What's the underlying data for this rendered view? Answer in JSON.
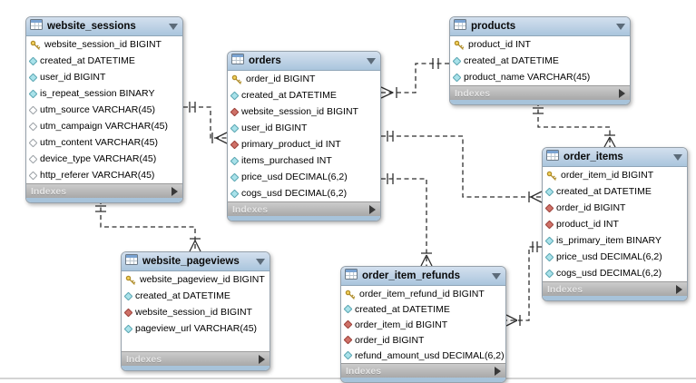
{
  "diagram": {
    "tables": [
      {
        "id": "website_sessions",
        "title": "website_sessions",
        "indexes_label": "Indexes",
        "columns": [
          {
            "icon": "primary-key",
            "text": "website_session_id BIGINT"
          },
          {
            "icon": "attribute",
            "text": "created_at DATETIME"
          },
          {
            "icon": "attribute",
            "text": "user_id BIGINT"
          },
          {
            "icon": "attribute",
            "text": "is_repeat_session BINARY"
          },
          {
            "icon": "attribute-nullable",
            "text": "utm_source VARCHAR(45)"
          },
          {
            "icon": "attribute-nullable",
            "text": "utm_campaign VARCHAR(45)"
          },
          {
            "icon": "attribute-nullable",
            "text": "utm_content VARCHAR(45)"
          },
          {
            "icon": "attribute-nullable",
            "text": "device_type VARCHAR(45)"
          },
          {
            "icon": "attribute-nullable",
            "text": "http_referer VARCHAR(45)"
          }
        ]
      },
      {
        "id": "orders",
        "title": "orders",
        "indexes_label": "Indexes",
        "columns": [
          {
            "icon": "primary-key",
            "text": "order_id BIGINT"
          },
          {
            "icon": "attribute",
            "text": "created_at DATETIME"
          },
          {
            "icon": "foreign-key",
            "text": "website_session_id BIGINT"
          },
          {
            "icon": "attribute",
            "text": "user_id BIGINT"
          },
          {
            "icon": "foreign-key",
            "text": "primary_product_id INT"
          },
          {
            "icon": "attribute",
            "text": "items_purchased INT"
          },
          {
            "icon": "attribute",
            "text": "price_usd DECIMAL(6,2)"
          },
          {
            "icon": "attribute",
            "text": "cogs_usd DECIMAL(6,2)"
          }
        ]
      },
      {
        "id": "products",
        "title": "products",
        "indexes_label": "Indexes",
        "columns": [
          {
            "icon": "primary-key",
            "text": "product_id INT"
          },
          {
            "icon": "attribute",
            "text": "created_at DATETIME"
          },
          {
            "icon": "attribute",
            "text": "product_name VARCHAR(45)"
          }
        ]
      },
      {
        "id": "order_items",
        "title": "order_items",
        "indexes_label": "Indexes",
        "columns": [
          {
            "icon": "primary-key",
            "text": "order_item_id BIGINT"
          },
          {
            "icon": "attribute",
            "text": "created_at DATETIME"
          },
          {
            "icon": "foreign-key",
            "text": "order_id BIGINT"
          },
          {
            "icon": "foreign-key",
            "text": "product_id INT"
          },
          {
            "icon": "attribute",
            "text": "is_primary_item BINARY"
          },
          {
            "icon": "attribute",
            "text": "price_usd DECIMAL(6,2)"
          },
          {
            "icon": "attribute",
            "text": "cogs_usd DECIMAL(6,2)"
          }
        ]
      },
      {
        "id": "website_pageviews",
        "title": "website_pageviews",
        "indexes_label": "Indexes",
        "columns": [
          {
            "icon": "primary-key",
            "text": "website_pageview_id BIGINT"
          },
          {
            "icon": "attribute",
            "text": "created_at DATETIME"
          },
          {
            "icon": "foreign-key",
            "text": "website_session_id BIGINT"
          },
          {
            "icon": "attribute",
            "text": "pageview_url VARCHAR(45)"
          }
        ]
      },
      {
        "id": "order_item_refunds",
        "title": "order_item_refunds",
        "indexes_label": "Indexes",
        "columns": [
          {
            "icon": "primary-key",
            "text": "order_item_refund_id BIGINT"
          },
          {
            "icon": "attribute",
            "text": "created_at DATETIME"
          },
          {
            "icon": "foreign-key",
            "text": "order_item_id BIGINT"
          },
          {
            "icon": "foreign-key",
            "text": "order_id BIGINT"
          },
          {
            "icon": "attribute",
            "text": "refund_amount_usd DECIMAL(6,2)"
          }
        ]
      }
    ],
    "relationships": [
      {
        "from": "website_sessions",
        "to": "orders",
        "cardinality": "one-to-many",
        "identifying": false
      },
      {
        "from": "products",
        "to": "orders",
        "cardinality": "one-to-many",
        "identifying": false
      },
      {
        "from": "products",
        "to": "order_items",
        "cardinality": "one-to-many",
        "identifying": false
      },
      {
        "from": "orders",
        "to": "order_items",
        "cardinality": "one-to-many",
        "identifying": false
      },
      {
        "from": "orders",
        "to": "order_item_refunds",
        "cardinality": "one-to-many",
        "identifying": false
      },
      {
        "from": "order_items",
        "to": "order_item_refunds",
        "cardinality": "one-to-many",
        "identifying": false
      },
      {
        "from": "website_sessions",
        "to": "website_pageviews",
        "cardinality": "one-to-many",
        "identifying": false
      }
    ],
    "colors": {
      "header_blue": "#aac5dd",
      "footer_gray": "#b0b0b0",
      "bottom_strip_blue": "#a7c3da",
      "primary_key_yellow": "#f6d45c",
      "foreign_key_red": "#cf7168",
      "attribute_cyan": "#a9e2ea",
      "nullable_white": "#ffffff",
      "line_black": "#2f2f2f"
    }
  }
}
